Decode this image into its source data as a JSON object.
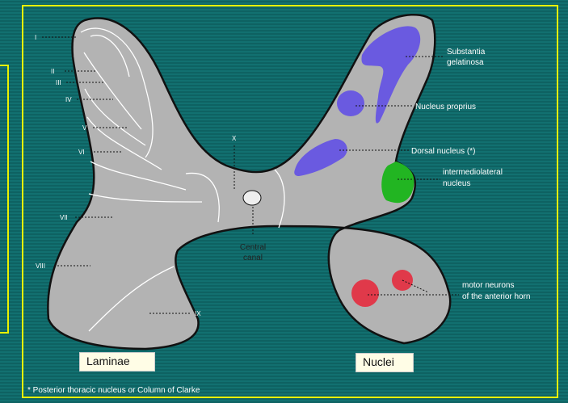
{
  "laminae": [
    "I",
    "II",
    "III",
    "IV",
    "V",
    "VI",
    "VII",
    "VIII",
    "IX",
    "X"
  ],
  "central_canal": {
    "line1": "Central",
    "line2": "canal"
  },
  "nuclei": {
    "substantia_gelatinosa": {
      "line1": "Substantia",
      "line2": "gelatinosa"
    },
    "nucleus_proprius": "Nucleus proprius",
    "dorsal_nucleus": "Dorsal nucleus (*)",
    "intermediolateral": {
      "line1": "intermediolateral",
      "line2": "nucleus"
    },
    "motor_neurons": {
      "line1": "motor neurons",
      "line2": "of the anterior horn"
    }
  },
  "boxes": {
    "laminae": "Laminae",
    "nuclei": "Nuclei"
  },
  "footnote": "* Posterior thoracic nucleus or Column of Clarke",
  "colors": {
    "background": "#0f6565",
    "frame": "#e8f200",
    "grey_matter": "#b3b3b3",
    "sensory_blue": "#6a5ae0",
    "autonomic_green": "#22b522",
    "motor_red": "#e0394a"
  }
}
